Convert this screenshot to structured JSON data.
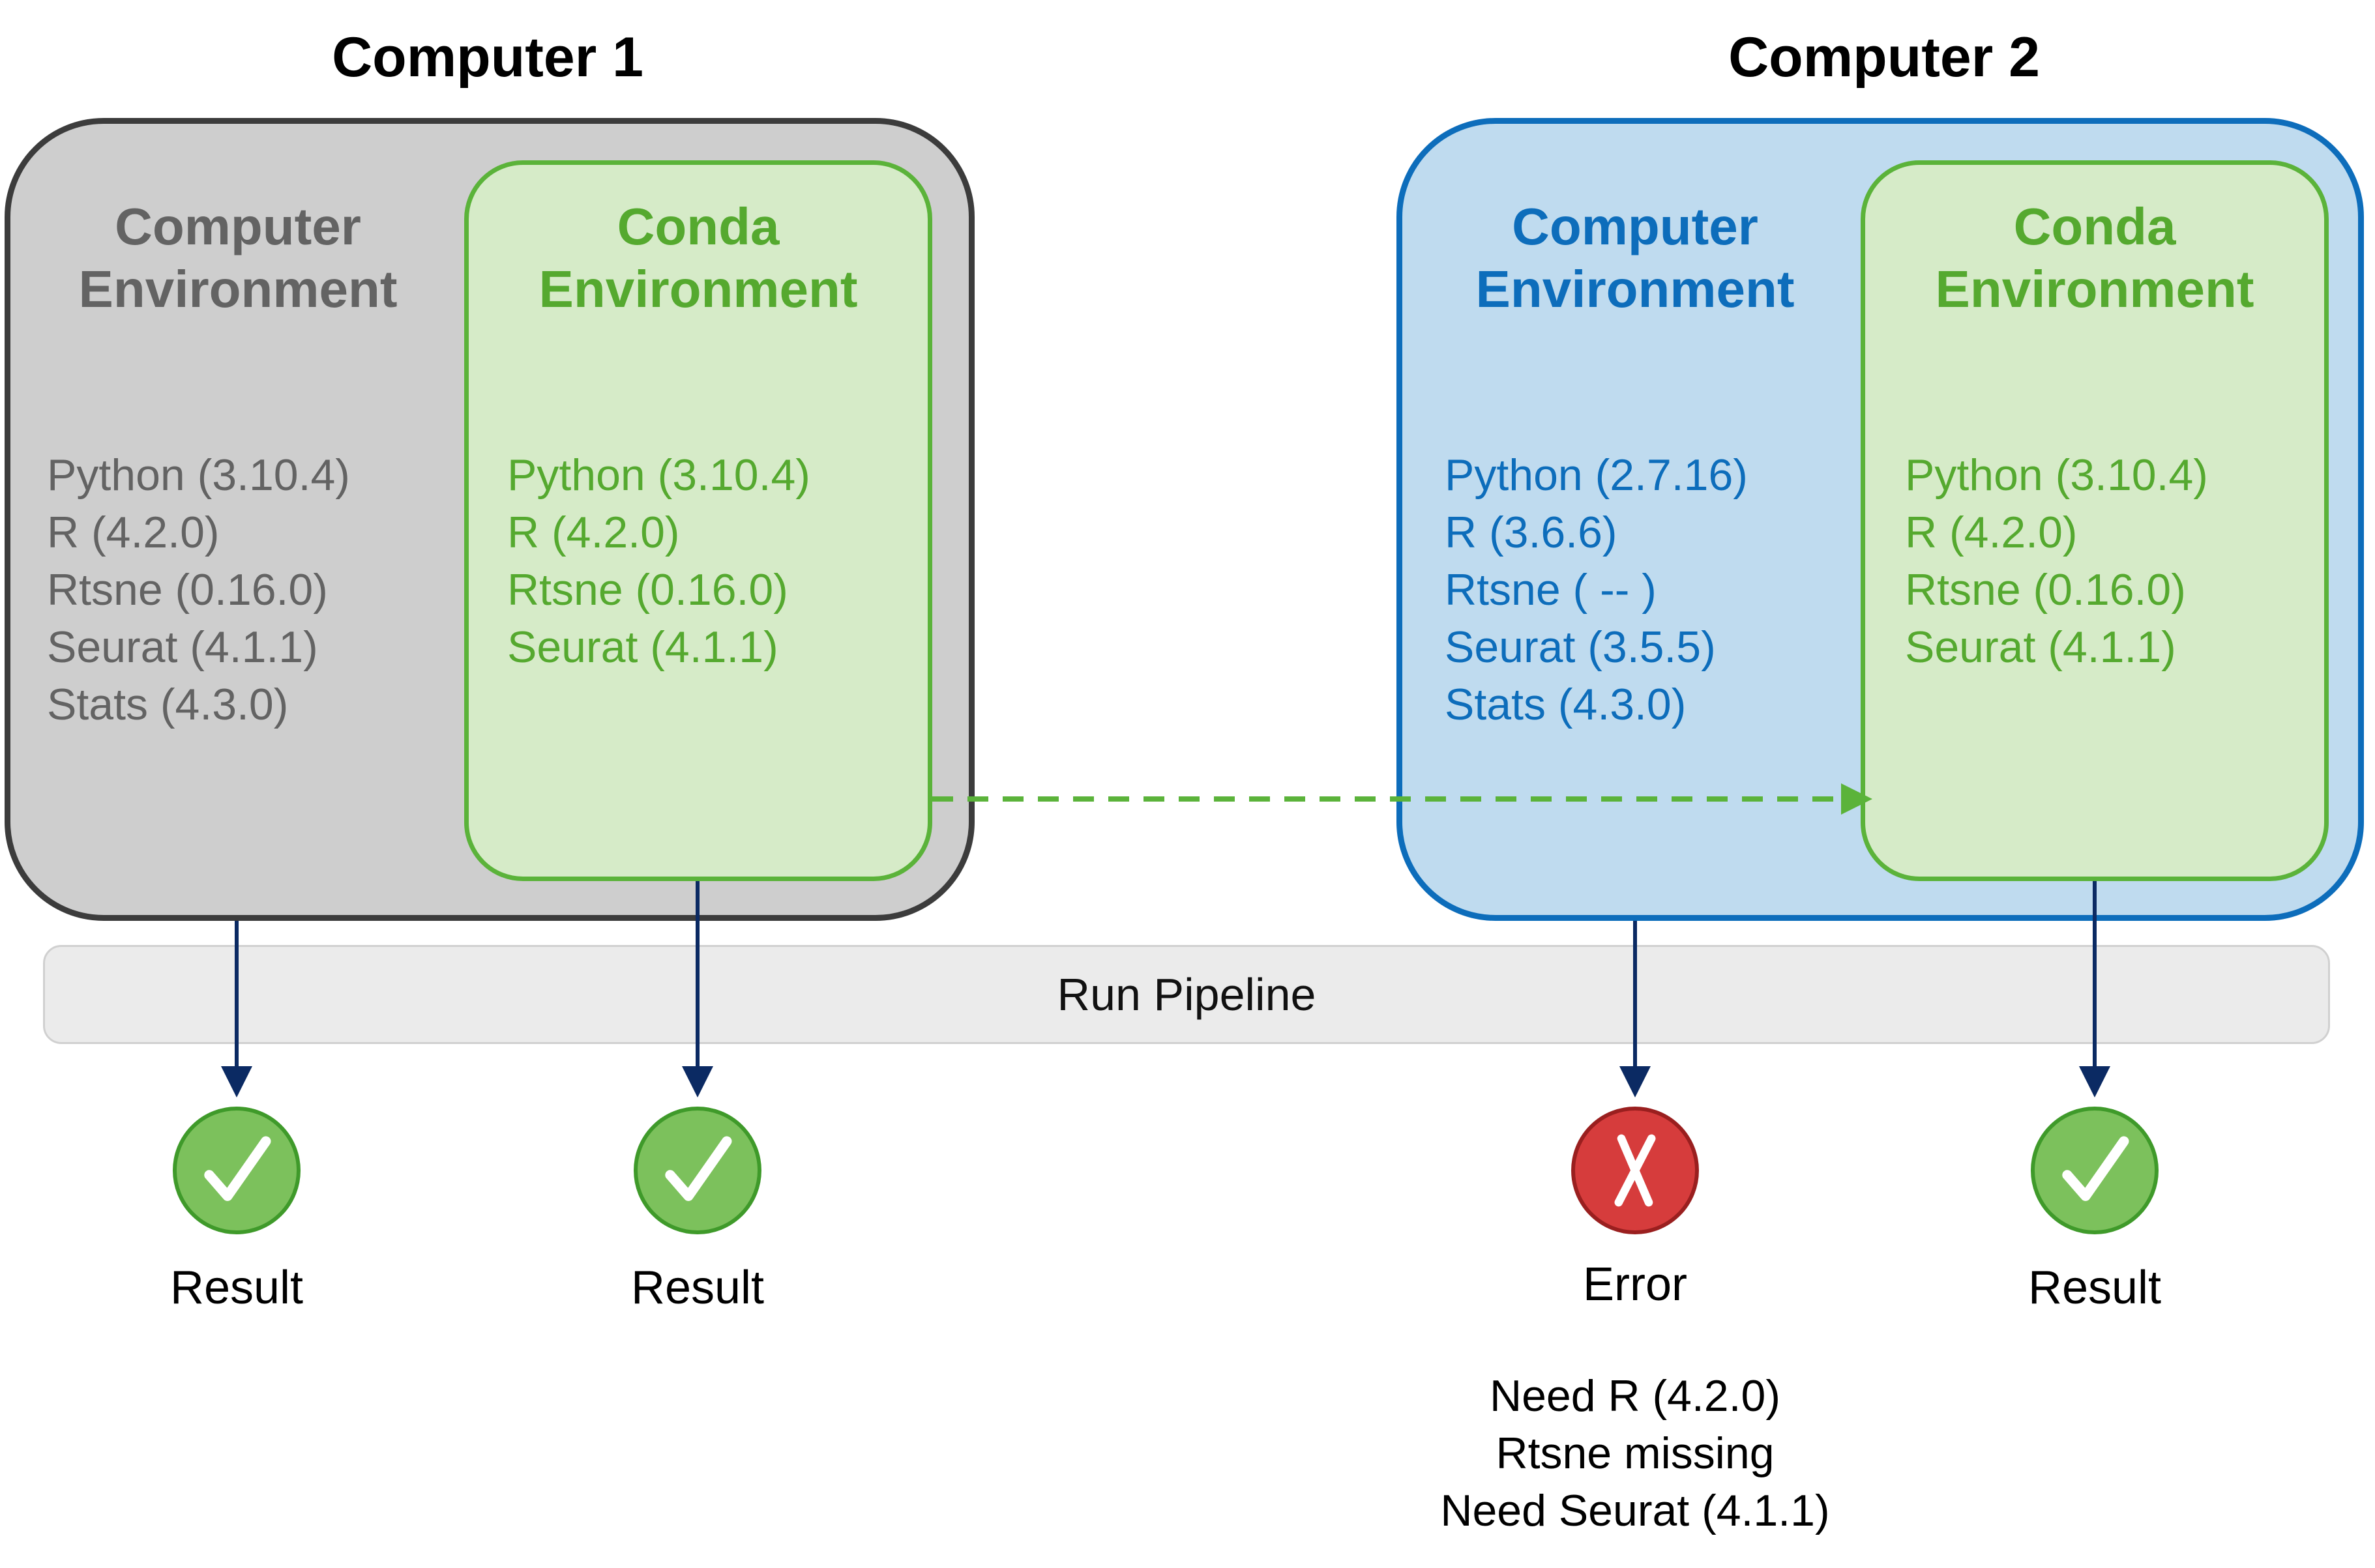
{
  "computer1": {
    "title": "Computer 1",
    "computer_env": {
      "heading": "Computer Environment",
      "packages": [
        "Python (3.10.4)",
        "R (4.2.0)",
        "Rtsne (0.16.0)",
        "Seurat (4.1.1)",
        "Stats (4.3.0)"
      ]
    },
    "conda_env": {
      "heading": "Conda Environment",
      "packages": [
        "Python (3.10.4)",
        "R (4.2.0)",
        "Rtsne (0.16.0)",
        "Seurat (4.1.1)"
      ]
    }
  },
  "computer2": {
    "title": "Computer 2",
    "computer_env": {
      "heading": "Computer Environment",
      "packages": [
        "Python (2.7.16)",
        "R (3.6.6)",
        "Rtsne ( -- )",
        "Seurat (3.5.5)",
        "Stats (4.3.0)"
      ]
    },
    "conda_env": {
      "heading": "Conda Environment",
      "packages": [
        "Python (3.10.4)",
        "R (4.2.0)",
        "Rtsne (0.16.0)",
        "Seurat (4.1.1)"
      ]
    }
  },
  "pipeline": {
    "label": "Run Pipeline"
  },
  "outcomes": [
    {
      "label": "Result",
      "status": "success",
      "icon": "check-icon"
    },
    {
      "label": "Result",
      "status": "success",
      "icon": "check-icon"
    },
    {
      "label": "Error",
      "status": "error",
      "icon": "cross-icon",
      "details": [
        "Need R (4.2.0)",
        "Rtsne missing",
        "Need Seurat (4.1.1)"
      ]
    },
    {
      "label": "Result",
      "status": "success",
      "icon": "check-icon"
    }
  ],
  "colors": {
    "computer1_fill": "#cecece",
    "computer1_border": "#3c3c3c",
    "computer2_fill": "#bfdbef",
    "computer2_border": "#0d6dbb",
    "conda_fill": "#d6ebc8",
    "conda_border": "#5bb33a",
    "arrow": "#0b2a63",
    "success": "#7cc15c",
    "error": "#d63c3c"
  }
}
